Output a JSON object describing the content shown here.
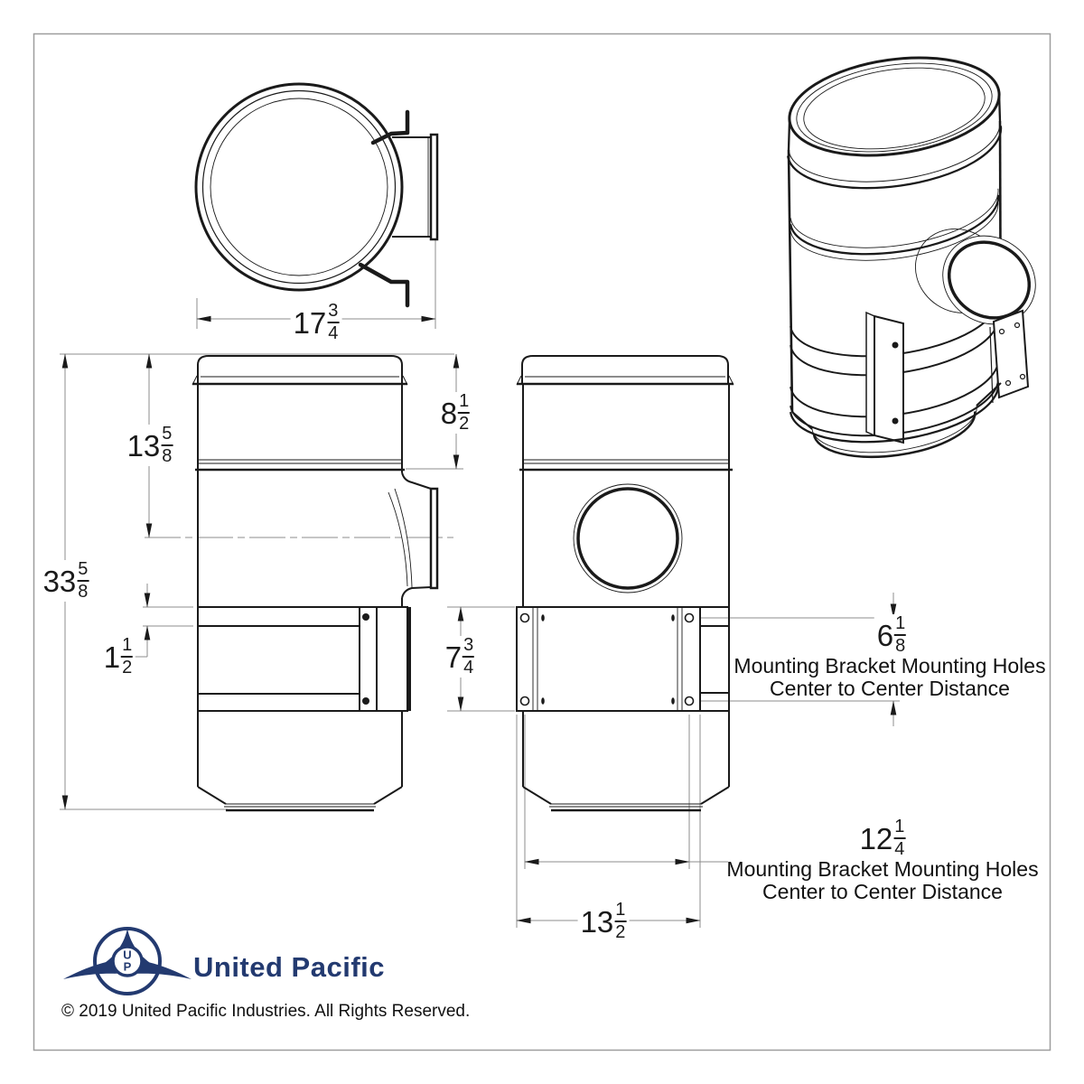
{
  "page": {
    "background": "#ffffff",
    "border_color": "#9e9e9e"
  },
  "dimensions": {
    "top_view_width": {
      "whole": "17",
      "num": "3",
      "den": "4"
    },
    "cover_height": {
      "whole": "8",
      "num": "1",
      "den": "2"
    },
    "top_to_outlet_center": {
      "whole": "13",
      "num": "5",
      "den": "8"
    },
    "overall_height": {
      "whole": "33",
      "num": "5",
      "den": "8"
    },
    "strap_width": {
      "whole": "1",
      "num": "1",
      "den": "2"
    },
    "bracket_height": {
      "whole": "7",
      "num": "3",
      "den": "4"
    },
    "holes_vertical_cc": {
      "whole": "6",
      "num": "1",
      "den": "8"
    },
    "holes_horizontal_cc": {
      "whole": "12",
      "num": "1",
      "den": "4"
    },
    "bracket_width": {
      "whole": "13",
      "num": "1",
      "den": "2"
    }
  },
  "annotations": {
    "holes_vertical": {
      "line1": "Mounting Bracket Mounting Holes",
      "line2": "Center to Center Distance"
    },
    "holes_horizontal": {
      "line1": "Mounting Bracket Mounting Holes",
      "line2": "Center to Center Distance"
    }
  },
  "branding": {
    "company": "United Pacific",
    "monogram_top": "U",
    "monogram_bottom": "P",
    "logo_color": "#233a70",
    "copyright": "© 2019 United Pacific Industries. All Rights Reserved."
  }
}
